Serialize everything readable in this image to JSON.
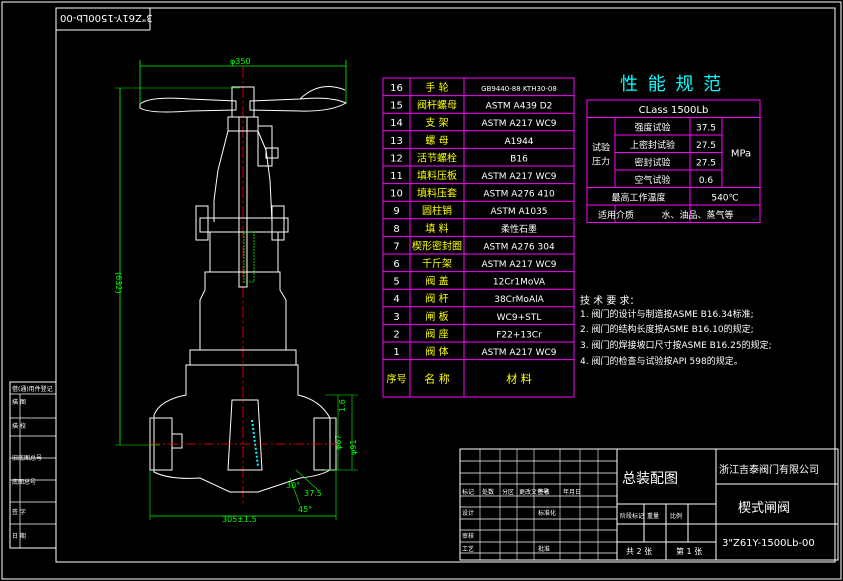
{
  "drawing_code_mirrored": "3\"Z61Y-1500Lb-00",
  "colors": {
    "frame": "#ffffff",
    "table": "#ff00ff",
    "text": "#ffffff",
    "title": "#00ffff",
    "part_text": "#ffff00",
    "dim": "#00ff00",
    "body": "#ffffff",
    "center": "#ff0000"
  },
  "dimensions": {
    "top_width": "φ350",
    "height": "(632)",
    "port_upper": "φ67",
    "port_lower": "φ91",
    "edge": "1.6",
    "angle_30": "30°",
    "dim_37_5": "37.5",
    "angle_45": "45°",
    "bottom_width": "305±1.5"
  },
  "bom": {
    "header": {
      "no": "序号",
      "name": "名  称",
      "material": "材  料"
    },
    "rows": [
      {
        "no": "16",
        "name": "手  轮",
        "material": "GB9440-88 KTH30-08"
      },
      {
        "no": "15",
        "name": "阀杆螺母",
        "material": "ASTM A439 D2"
      },
      {
        "no": "14",
        "name": "支  架",
        "material": "ASTM A217 WC9"
      },
      {
        "no": "13",
        "name": "螺  母",
        "material": "A1944"
      },
      {
        "no": "12",
        "name": "活节螺栓",
        "material": "B16"
      },
      {
        "no": "11",
        "name": "填料压板",
        "material": "ASTM A217 WC9"
      },
      {
        "no": "10",
        "name": "填料压套",
        "material": "ASTM A276 410"
      },
      {
        "no": "9",
        "name": "圆柱销",
        "material": "ASTM A1035"
      },
      {
        "no": "8",
        "name": "填  料",
        "material": "柔性石墨"
      },
      {
        "no": "7",
        "name": "楔形密封圈",
        "material": "ASTM  A276  304"
      },
      {
        "no": "6",
        "name": "千斤架",
        "material": "ASTM A217 WC9"
      },
      {
        "no": "5",
        "name": "阀  盖",
        "material": "12Cr1MoVA"
      },
      {
        "no": "4",
        "name": "阀  杆",
        "material": "38CrMoAlA"
      },
      {
        "no": "3",
        "name": "闸  板",
        "material": "WC9+STL"
      },
      {
        "no": "2",
        "name": "阀  座",
        "material": "F22+13Cr"
      },
      {
        "no": "1",
        "name": "阀  体",
        "material": "ASTM A217 WC9"
      }
    ]
  },
  "performance": {
    "title": "性 能 规 范",
    "class": "CLass 1500Lb",
    "group_label": "试验压力",
    "unit": "MPa",
    "rows": [
      {
        "label": "强度试验",
        "value": "37.5"
      },
      {
        "label": "上密封试验",
        "value": "27.5"
      },
      {
        "label": "密封试验",
        "value": "27.5"
      },
      {
        "label": "空气试验",
        "value": "0.6"
      }
    ],
    "max_temp_label": "最高工作温度",
    "max_temp_value": "540℃",
    "medium_label": "适用介质",
    "medium_value": "水、油品、蒸气等"
  },
  "tech_requirements": {
    "title": "技 术 要 求：",
    "items": [
      "1. 阀门的设计与制造按ASME B16.34标准;",
      "2. 阀门的结构长度按ASME B16.10的规定;",
      "3. 阀门的焊接坡口尺寸按ASME B16.25的规定;",
      "4. 阀门的检查与试验按API 598的规定。"
    ]
  },
  "title_block": {
    "drawing_name": "总装配图",
    "company": "浙江吉泰阀门有限公司",
    "product": "楔式闸阀",
    "code": "3\"Z61Y-1500Lb-00",
    "row_labels": [
      "标记",
      "处数",
      "分区",
      "更改文件号",
      "签名",
      "年月日"
    ],
    "design": "设计",
    "standardization": "标准化",
    "review": "审核",
    "process": "工艺",
    "approve": "批准",
    "stage_labels": [
      "阶段标记",
      "重量",
      "比例"
    ],
    "sheets_total": "共 2 张",
    "sheet_no": "第 1 张"
  },
  "left_strip": [
    "借(通)用件登记",
    "描  图",
    "描  校",
    "旧底图总号",
    "底图总号",
    "签  字",
    "日  期"
  ]
}
